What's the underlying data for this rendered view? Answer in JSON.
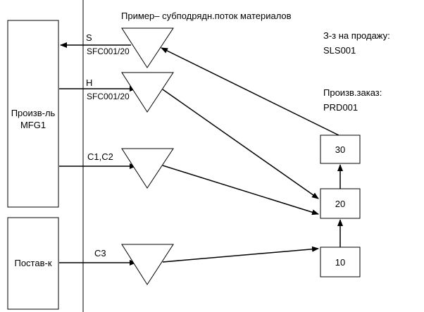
{
  "title": "Пример– субподрядн.поток материалов",
  "mfg": {
    "line1": "Произв-ль",
    "line2": "MFG1"
  },
  "vendor": {
    "label": "Постав-к"
  },
  "sales_order": {
    "line1": "З-з на продажу:",
    "line2": "SLS001"
  },
  "prod_order": {
    "line1": "Произв.заказ:",
    "line2": "PRD001"
  },
  "flows": [
    {
      "label1": "S",
      "label2": "SFC001/20"
    },
    {
      "label1": "H",
      "label2": "SFC001/20"
    },
    {
      "label1": "C1,C2"
    },
    {
      "label1": "C3"
    }
  ],
  "operations": [
    "30",
    "20",
    "10"
  ],
  "colors": {
    "line": "#000000",
    "background": "#ffffff"
  }
}
